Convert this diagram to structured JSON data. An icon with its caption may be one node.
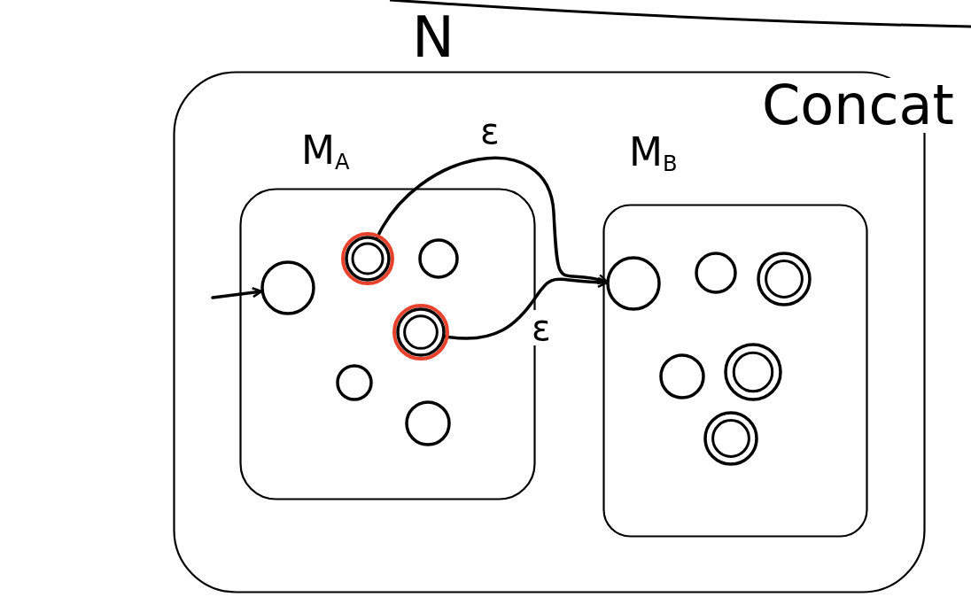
{
  "diagram": {
    "nodes": [
      {
        "text": [
          "N"
        ]
      },
      {
        "text": [
          "M$_{A}$"
        ],
        "in": 0
      },
      {
        "text": [],
        "shape": "circle",
        "in": 1
      },
      {
        "text": [],
        "shape": "circle",
        "in": 1
      },
      {
        "text": [],
        "shape": "circle",
        "in": 1
      },
      {
        "text": [],
        "shape": "circle",
        "in": 1
      },
      {
        "text": [],
        "shape": "circle",
        "in": 1
      },
      {
        "text": [],
        "shape": "circle",
        "in": 1
      },
      {
        "text": [
          "M$_{B}$"
        ],
        "in": 0
      },
      {
        "text": [],
        "shape": "circle",
        "in": 8
      },
      {
        "text": [],
        "shape": "circle",
        "in": 8
      },
      {
        "text": [],
        "shape": "circle",
        "in": 8
      },
      {
        "text": [],
        "shape": "circle",
        "in": 8
      },
      {
        "text": [],
        "shape": "circle",
        "in": 8
      },
      {
        "text": [],
        "shape": "circle",
        "in": 8
      }
    ],
    "edges": [
      {
        "from": null,
        "to": 4,
        "arrow": "to"
      },
      {
        "from": 2,
        "to": 9,
        "arrow": "to",
        "label": "ε"
      },
      {
        "from": 5,
        "to": 9,
        "arrow": "to",
        "label": "ε"
      }
    ],
    "labels": [
      "Concat"
    ]
  }
}
